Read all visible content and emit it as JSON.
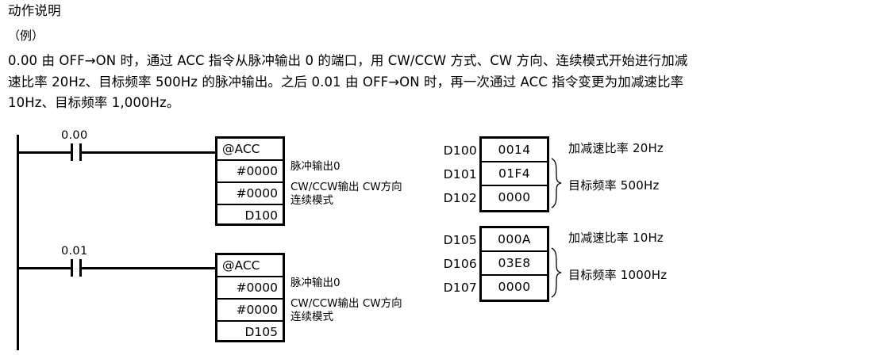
{
  "document": {
    "title": "动作说明",
    "subtitle": "（例）",
    "description_lines": [
      "0.00 由 OFF→ON 时，通过 ACC 指令从脉冲输出 0 的端口，用 CW/CCW 方式、CW 方向、连续模式开始进行加减",
      "速比率 20Hz、目标频率 500Hz 的脉冲输出。之后 0.01 由 OFF→ON 时，再一次通过 ACC 指令变更为加减速比率",
      "10Hz、目标频率 1,000Hz。"
    ]
  },
  "ladder": {
    "rungs": [
      {
        "contact_label": "0.00",
        "instruction": {
          "mnemonic": "@ACC",
          "operands": [
            "#0000",
            "#0000",
            "D100"
          ]
        },
        "notes": [
          "脉冲输出0",
          "CW/CCW输出 CW方向",
          "连续模式"
        ]
      },
      {
        "contact_label": "0.01",
        "instruction": {
          "mnemonic": "@ACC",
          "operands": [
            "#0000",
            "#0000",
            "D105"
          ]
        },
        "notes": [
          "脉冲输出0",
          "CW/CCW输出 CW方向",
          "连续模式"
        ]
      }
    ]
  },
  "data_memory": [
    {
      "rows": [
        {
          "address": "D100",
          "value": "0014"
        },
        {
          "address": "D101",
          "value": "01F4"
        },
        {
          "address": "D102",
          "value": "0000"
        }
      ],
      "annotations": {
        "rate": "加减速比率 20Hz",
        "target": "目标频率 500Hz"
      }
    },
    {
      "rows": [
        {
          "address": "D105",
          "value": "000A"
        },
        {
          "address": "D106",
          "value": "03E8"
        },
        {
          "address": "D107",
          "value": "0000"
        }
      ],
      "annotations": {
        "rate": "加减速比率 10Hz",
        "target": "目标频率 1000Hz"
      }
    }
  ],
  "colors": {
    "background": "#ffffff",
    "ink": "#000000"
  }
}
